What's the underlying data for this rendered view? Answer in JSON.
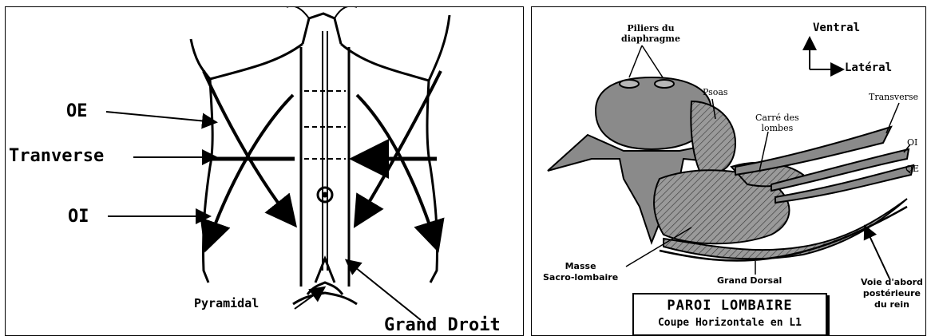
{
  "left_panel": {
    "labels": {
      "oe": "OE",
      "transverse": "Tranverse",
      "oi": "OI",
      "pyramidal": "Pyramidal",
      "grand_droit": "Grand Droit"
    }
  },
  "right_panel": {
    "orientation": {
      "ventral": "Ventral",
      "lateral": "Latéral"
    },
    "labels": {
      "piliers_line1": "Piliers du",
      "piliers_line2": "diaphragme",
      "psoas": "Psoas",
      "carre_line1": "Carré des",
      "carre_line2": "lombes",
      "transverse": "Transverse",
      "oi": "OI",
      "oe": "OE",
      "masse_line1": "Masse",
      "masse_line2": "Sacro-lombaire",
      "grand_dorsal": "Grand Dorsal",
      "voie_line1": "Voie d'abord",
      "voie_line2": "postérieure",
      "voie_line3": "du rein"
    },
    "title_box": {
      "title": "PAROI LOMBAIRE",
      "subtitle": "Coupe Horizontale en L1"
    }
  }
}
